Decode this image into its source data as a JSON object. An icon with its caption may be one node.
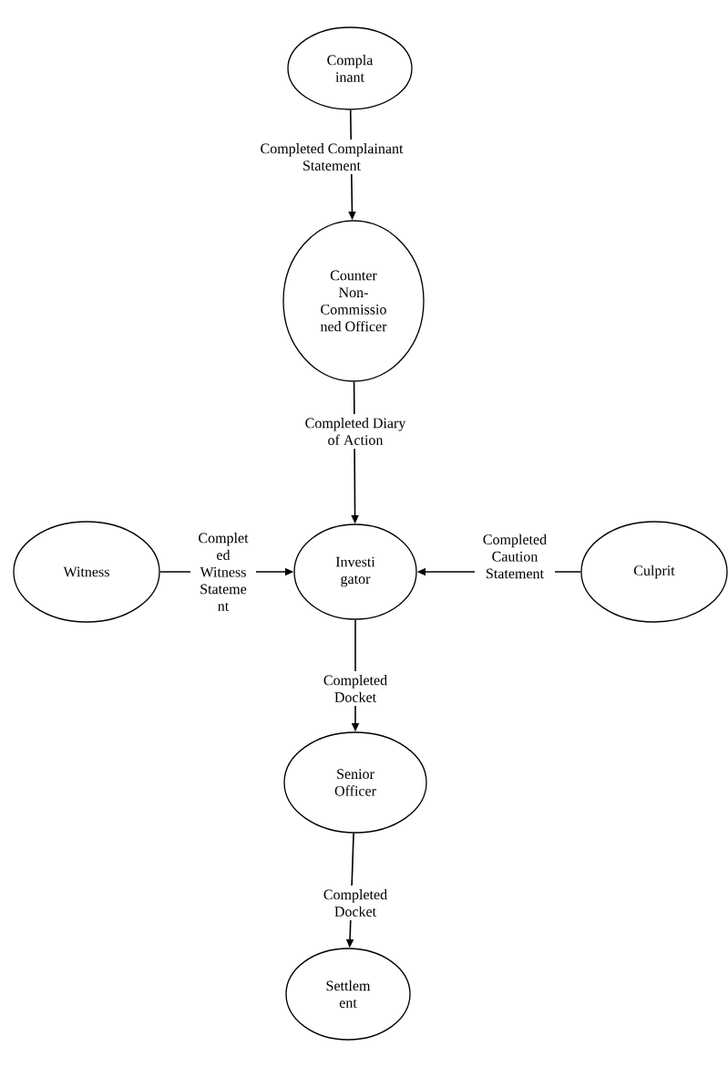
{
  "diagram": {
    "nodes": [
      {
        "text": [
          "Compla inant"
        ]
      },
      {
        "text": [
          "Counter Non- Commissio ned Officer"
        ]
      },
      {
        "text": [
          "Witness"
        ]
      },
      {
        "text": [
          "Investi gator"
        ]
      },
      {
        "text": [
          "Culprit"
        ]
      },
      {
        "text": [
          "Senior Officer"
        ]
      },
      {
        "text": [
          "Settlem ent"
        ]
      }
    ],
    "edges": [
      {
        "from": 0,
        "to": 1,
        "arrow": "to",
        "label": "Completed Complainant Statement"
      },
      {
        "from": 1,
        "to": 3,
        "arrow": "to",
        "label": "Completed Diary of Action"
      },
      {
        "from": 2,
        "to": 3,
        "arrow": "to",
        "label": "Complet ed Witness Stateme nt"
      },
      {
        "from": 4,
        "to": 3,
        "arrow": "to",
        "label": "Completed Caution Statement"
      },
      {
        "from": 3,
        "to": 5,
        "arrow": "to",
        "label": "Completed Docket"
      },
      {
        "from": 5,
        "to": 6,
        "arrow": "to",
        "label": "Completed Docket"
      }
    ]
  }
}
